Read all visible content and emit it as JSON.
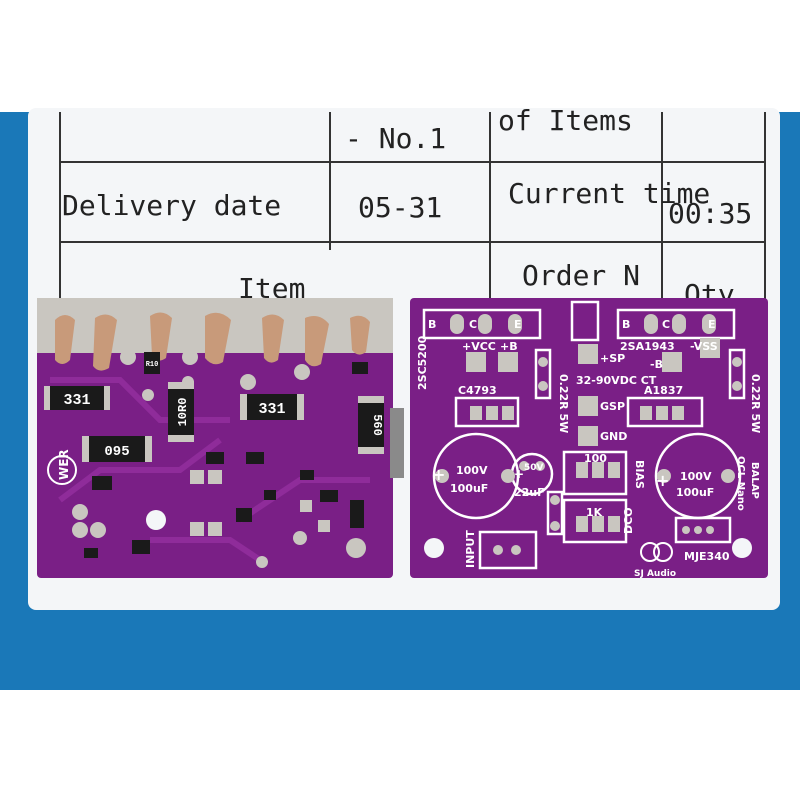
{
  "colors": {
    "background": "#ffffff",
    "blue_surface": "#1a78b8",
    "paper": "#f4f6f8",
    "pcb": "#7a1f86",
    "pcb_trace": "#8f2c9a",
    "silkscreen": "#ffffff",
    "tin": "#c9c6c0",
    "copper": "#c89a7a"
  },
  "label_table": {
    "row1": {
      "value": "- No.1",
      "header": "of Items"
    },
    "row2": {
      "label": "Delivery date",
      "value": "05-31",
      "header": "Current time",
      "time": "00:35"
    },
    "row3": {
      "label": "Item",
      "header": "Order N",
      "qty": "Qty"
    }
  },
  "left_board": {
    "resistor_codes": [
      "331",
      "10R0",
      "331",
      "560",
      "095",
      "R10"
    ],
    "logo_text": "WER"
  },
  "right_board": {
    "transistors": [
      "2SC5200",
      "2SA1943"
    ],
    "pins_left": [
      "B",
      "C",
      "E"
    ],
    "pins_right": [
      "B",
      "C",
      "E"
    ],
    "drivers": [
      "C4793",
      "A1837",
      "MJE340"
    ],
    "resistors": [
      "0.22R 5W",
      "0.22R 5W"
    ],
    "power_labels": [
      "+VCC",
      "+B",
      "-VSS",
      "-B",
      "+SP",
      "GSP",
      "GND"
    ],
    "supply": "32-90VDC CT",
    "cap_large_left": [
      "100V",
      "100uF"
    ],
    "cap_large_right": [
      "100V",
      "100uF"
    ],
    "cap_small": [
      "50V",
      "22uF"
    ],
    "trimmers": [
      "100",
      "1K"
    ],
    "side_labels": [
      "BIAS",
      "DCO",
      "INPUT"
    ],
    "brand": "SJ Audio",
    "board_name": [
      "OCL Nano",
      "BALAP"
    ]
  }
}
